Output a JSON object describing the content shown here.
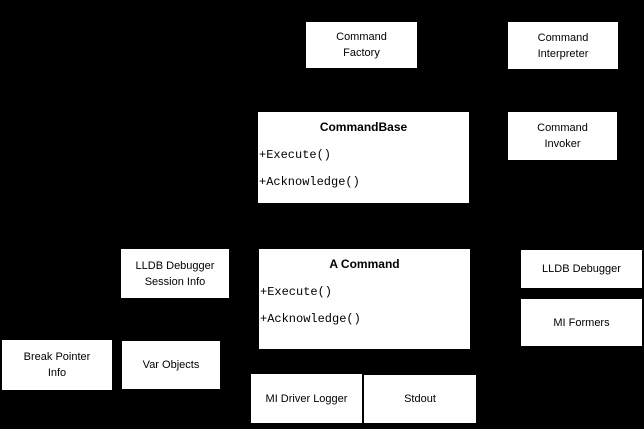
{
  "colors": {
    "background": "#000000",
    "node_fill": "#ffffff",
    "node_text": "#000000"
  },
  "nodes": {
    "command_factory": {
      "label": "Command\nFactory"
    },
    "command_interpreter": {
      "label": "Command\nInterpreter"
    },
    "command_base": {
      "title": "CommandBase",
      "attributes": [
        "+Execute()",
        "+Acknowledge()"
      ]
    },
    "command_invoker": {
      "label": "Command\nInvoker"
    },
    "lldb_debugger_session_info": {
      "label": "LLDB Debugger\nSession Info"
    },
    "a_command": {
      "title": "A Command",
      "attributes": [
        "+Execute()",
        "+Acknowledge()"
      ]
    },
    "lldb_debugger": {
      "label": "LLDB Debugger"
    },
    "mi_formers": {
      "label": "MI Formers"
    },
    "break_pointer_info": {
      "label": "Break Pointer\nInfo"
    },
    "var_objects": {
      "label": "Var Objects"
    },
    "mi_driver_logger": {
      "label": "MI Driver Logger"
    },
    "stdout": {
      "label": "Stdout"
    }
  }
}
